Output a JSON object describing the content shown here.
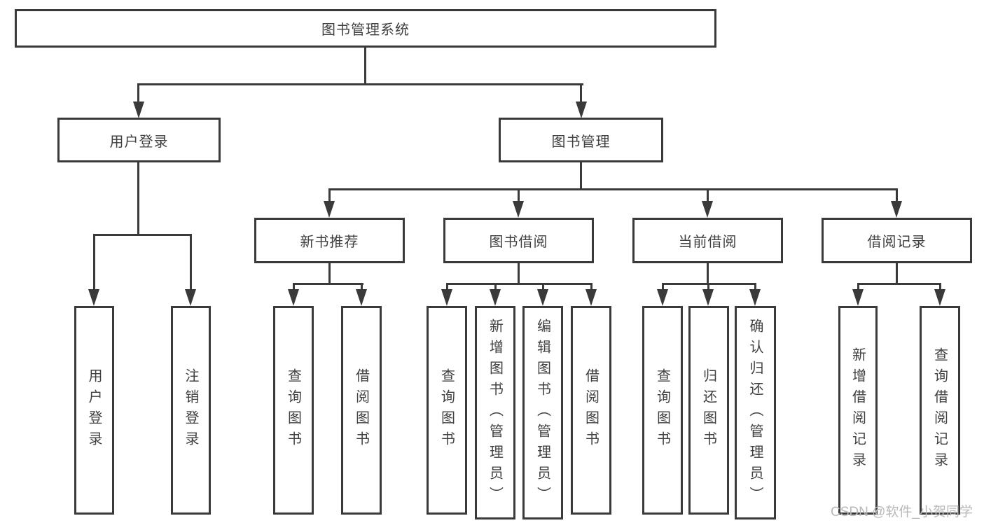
{
  "colors": {
    "line": "#3a3a3a",
    "text": "#404040",
    "watermark": "#b9b9b9",
    "background": "#ffffff"
  },
  "watermark": {
    "text": "CSDN @软件_小贺同学"
  },
  "tree": {
    "root": {
      "label": "图书管理系统",
      "children": [
        {
          "label": "用户登录",
          "children": [
            {
              "label": "用户登录"
            },
            {
              "label": "注销登录"
            }
          ]
        },
        {
          "label": "图书管理",
          "children": [
            {
              "label": "新书推荐",
              "children": [
                {
                  "label": "查询图书"
                },
                {
                  "label": "借阅图书"
                }
              ]
            },
            {
              "label": "图书借阅",
              "children": [
                {
                  "label": "查询图书"
                },
                {
                  "label": "新增图书（管理员）"
                },
                {
                  "label": "编辑图书（管理员）"
                },
                {
                  "label": "借阅图书"
                }
              ]
            },
            {
              "label": "当前借阅",
              "children": [
                {
                  "label": "查询图书"
                },
                {
                  "label": "归还图书"
                },
                {
                  "label": "确认归还（管理员）"
                }
              ]
            },
            {
              "label": "借阅记录",
              "children": [
                {
                  "label": "新增借阅记录"
                },
                {
                  "label": "查询借阅记录"
                }
              ]
            }
          ]
        }
      ]
    }
  }
}
